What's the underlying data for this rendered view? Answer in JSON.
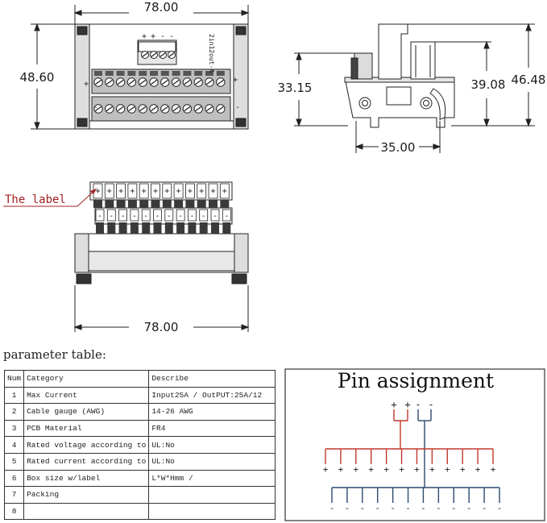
{
  "dimensions": {
    "top_width": "78.00",
    "top_height": "48.60",
    "side_height_inner": "33.15",
    "side_height_mid": "39.08",
    "side_height_outer": "46.48",
    "side_width": "35.00",
    "bottom_width": "78.00"
  },
  "board_label": "2in12out-A",
  "top_terminal_signs": [
    "+",
    "+",
    "-",
    "-"
  ],
  "front_signs": {
    "left_top": "+",
    "right_top": "+",
    "left_bottom": "-",
    "right_bottom": "-"
  },
  "label_callout": "The label",
  "parameter_table": {
    "title": "parameter table:",
    "headers": [
      "Num",
      "Category",
      "Describe"
    ],
    "rows": [
      [
        "1",
        "Max Current",
        "Input25A / OutPUT:25A/12"
      ],
      [
        "2",
        "Cable gauge (AWG)",
        "14-26 AWG"
      ],
      [
        "3",
        "PCB Material",
        "FR4"
      ],
      [
        "4",
        "Rated voltage according to",
        "UL:No"
      ],
      [
        "5",
        "Rated current according to",
        "UL:No"
      ],
      [
        "6",
        "Box size w/label",
        "L*W*Hmm /"
      ],
      [
        "7",
        "Packing",
        ""
      ],
      [
        "8",
        "",
        ""
      ]
    ]
  },
  "pin_assignment": {
    "title": "Pin assignment",
    "input_signs": [
      "+",
      "+",
      "-",
      "-"
    ],
    "output_count": 12,
    "plus_sign": "+",
    "minus_sign": "-",
    "colors": {
      "positive": "#c0392b",
      "negative": "#2c4a6e",
      "frame": "#333333"
    }
  }
}
